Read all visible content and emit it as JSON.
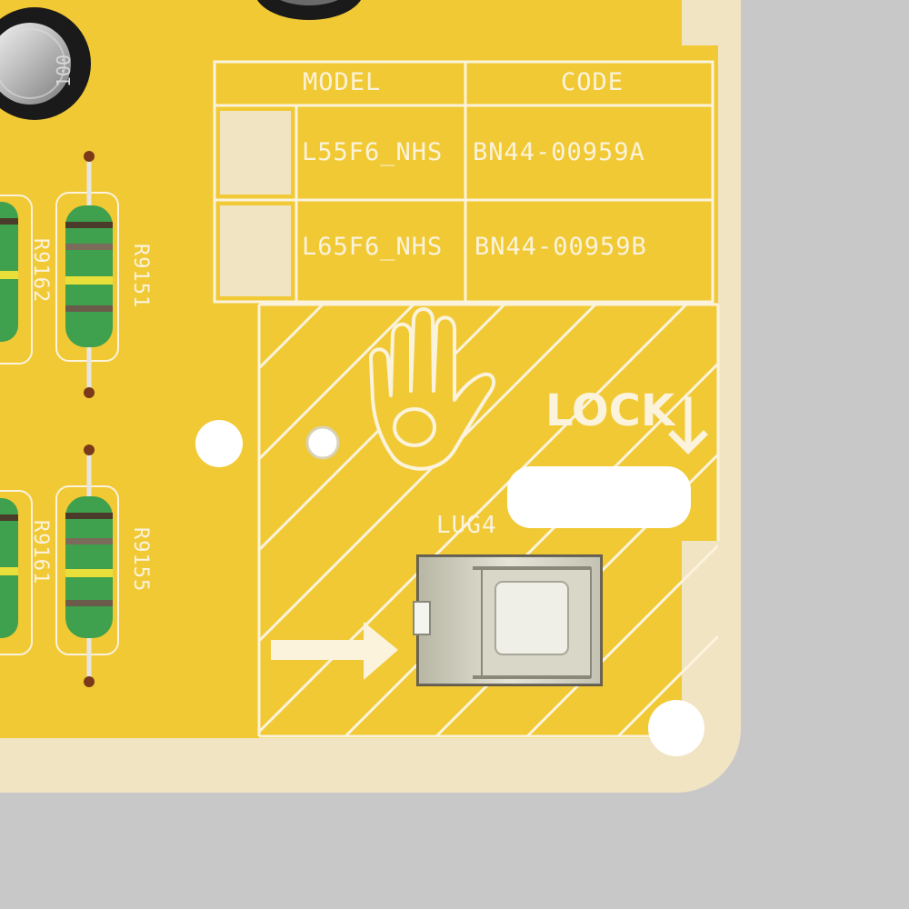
{
  "table": {
    "headers": {
      "model": "MODEL",
      "code": "CODE"
    },
    "rows": [
      {
        "model": "L55F6_NHS",
        "code": "BN44-00959A"
      },
      {
        "model": "L65F6_NHS",
        "code": "BN44-00959B"
      }
    ]
  },
  "resistors": [
    {
      "ref": "R9162"
    },
    {
      "ref": "R9151"
    },
    {
      "ref": "R9161"
    },
    {
      "ref": "R9155"
    }
  ],
  "lock_label": "LOCK",
  "lug_label": "LUG4",
  "capacitor_marking": "100"
}
